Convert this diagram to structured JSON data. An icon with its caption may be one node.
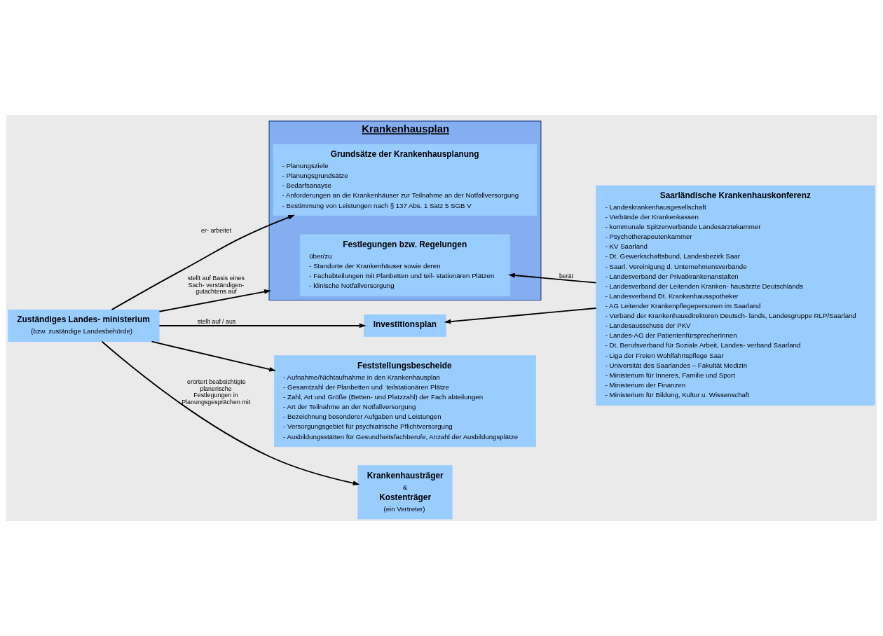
{
  "diagram": {
    "nodes": [
      {
        "text": [
          "Krankenhausplan"
        ]
      },
      {
        "text": [
          "Grundsätze der Krankenhausplanung",
          "- Planungsziele",
          "- Planungsgrundsätze",
          "- Bedarfsanayse",
          "- Anforderungen an die Krankenhäuser zur Teilnahme an der Notfallversorgung",
          "- Bestimmung von Leistungen nach § 137 Abs. 1 Satz 5 SGB V"
        ],
        "in": 0
      },
      {
        "text": [
          "Festlegungen bzw. Regelungen",
          "über/zu",
          "- Standorte der Krankenhäuser sowie deren",
          "- Fachabteilungen mit Planbetten und teil- stationären Plätzen",
          "- klinische Notfallversorgung"
        ],
        "in": 0
      },
      {
        "text": [
          "Zuständiges Landes- ministerium",
          "(bzw. zuständige Landesbehörde)"
        ]
      },
      {
        "text": [
          "Investitionsplan"
        ]
      },
      {
        "text": [
          "Saarländische Krankenhauskonferenz",
          "- Landeskrankenhausgesellschaft",
          "- Verbände der Krankenkassen",
          "- kommunale Spitzenverbände Landesärztekammer",
          "- Psychotherapeutenkammer",
          "- KV Saarland",
          "- Dt. Gewerkschaftsbund, Landesbezirk Saar",
          "- Saarl. Vereinigung d. Unternehmensverbände",
          "- Landesverband der Privatkrankenanstalten",
          "- Landesverband der Leitenden Kranken- hausärzte Deutschlands",
          "- Landesverband Dt. Krankenhausapotheker",
          "- AG Leitender Krankenpflegepersonen im Saarland",
          "- Verband der Krankenhausdirektoren Deutsch- lands, Landesgruppe RLP/Saarland",
          "- Landesausschuss der PKV",
          "- Landes-AG der PatientenfürsprecherInnen",
          "- Dt. Berufsverband für Soziale Arbeit, Landes- verband Saarland",
          "- Liga der Freien Wohlfahrtspflege Saar",
          "- Universität des Saarlandes – Fakultät Medizin",
          "- Ministerium für Inneres, Familie und Sport",
          "- Ministerium der Finanzen",
          "- Ministerium für Bildung, Kultur u. Wissenschaft"
        ]
      },
      {
        "text": [
          "Feststellungsbescheide",
          "- Aufnahme/Nichtaufnahme in den Krankenhausplan",
          "- Gesamtzahl der Planbetten und  teilstationären Plätze",
          "- Zahl, Art und Größe (Betten- und Platzzahl) der Fach abteilungen",
          "- Art der Teilnahme an der Notfallversorgung",
          "- Bezeichnung besonderer Aufgaben und Leistungen",
          "- Versorgungsgebiet für psychiatrische Pflichtversorgung",
          "- Ausbildungsstätten für Gesundheitsfachberufe, Anzahl der Ausbildungsplätze"
        ]
      },
      {
        "text": [
          "Krankenhausträger",
          "&",
          "Kostenträger",
          "(ein Vertreter)"
        ]
      }
    ],
    "edges": [
      {
        "from": 3,
        "to": 1,
        "arrow": "to",
        "label": "er- arbeitet"
      },
      {
        "from": 3,
        "to": 0,
        "arrow": "to",
        "label": "stellt auf Basis eines Sach- verständigen- gutachtens auf"
      },
      {
        "from": 3,
        "to": 4,
        "arrow": "to",
        "label": "stellt auf / aus"
      },
      {
        "from": 3,
        "to": 6,
        "arrow": "to"
      },
      {
        "from": 3,
        "to": 7,
        "arrow": "to",
        "label": "erörtert beabsichtigte planerische Festlegungen in Planungsgesprächen mit"
      },
      {
        "from": 5,
        "to": 2,
        "arrow": "to",
        "label": "berät"
      },
      {
        "from": 5,
        "to": 4,
        "arrow": "to"
      }
    ]
  }
}
